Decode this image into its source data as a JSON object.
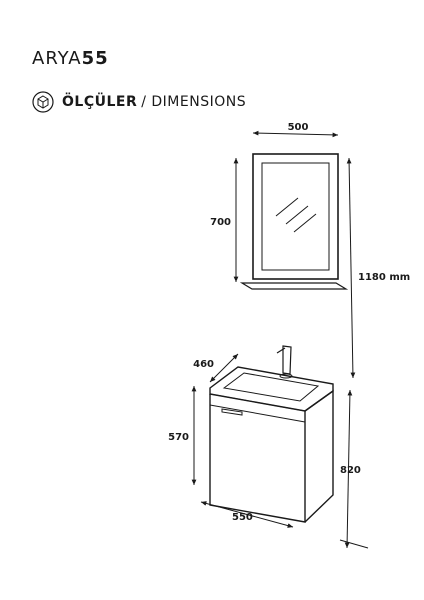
{
  "header": {
    "model_light": "ARYA",
    "model_bold": "55",
    "section_bold": "ÖLÇÜLER",
    "section_rest": "/ DIMENSIONS",
    "section_icon": "3d-box-icon"
  },
  "dimensions": {
    "mirror_width": "500",
    "mirror_height": "700",
    "total_height": "1180 mm",
    "cabinet_depth": "460",
    "cabinet_height": "570",
    "cabinet_total_height": "820",
    "cabinet_width": "550"
  }
}
